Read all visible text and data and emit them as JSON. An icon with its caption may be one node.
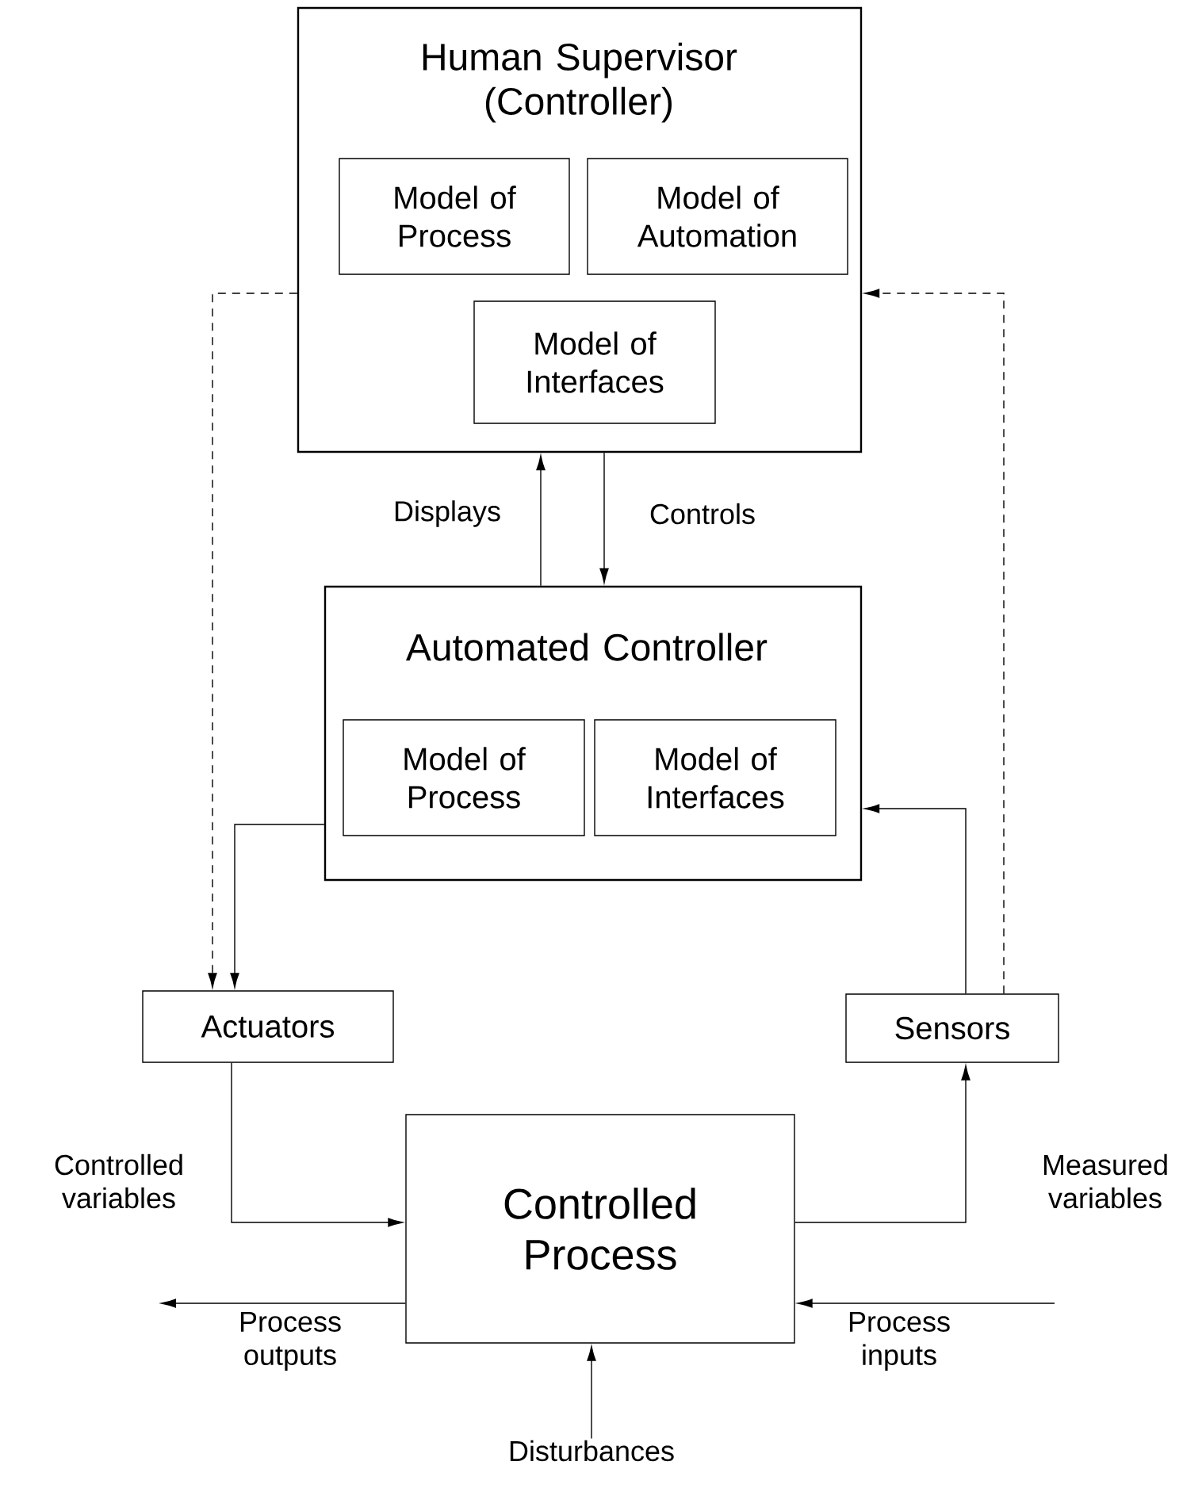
{
  "diagram": {
    "nodes": [
      {
        "text": [
          "Human Supervisor (Controller)"
        ]
      },
      {
        "text": [
          "Model of Process"
        ],
        "in": 0
      },
      {
        "text": [
          "Model of Automation"
        ],
        "in": 0
      },
      {
        "text": [
          "Model of Interfaces"
        ],
        "in": 0
      },
      {
        "text": [
          "Automated Controller"
        ]
      },
      {
        "text": [
          "Model of Process"
        ],
        "in": 4
      },
      {
        "text": [
          "Model of Interfaces"
        ],
        "in": 4
      },
      {
        "text": [
          "Actuators"
        ]
      },
      {
        "text": [
          "Sensors"
        ]
      },
      {
        "text": [
          "Controlled Process"
        ]
      },
      {
        "text": [
          "Disturbances"
        ]
      }
    ],
    "edges": [
      {
        "from": 4,
        "to": 0,
        "arrow": "to",
        "label": "Displays"
      },
      {
        "from": 0,
        "to": 4,
        "arrow": "to",
        "label": "Controls"
      },
      {
        "from": 0,
        "to": 7,
        "arrow": "to",
        "style": "dashed"
      },
      {
        "from": 8,
        "to": 0,
        "arrow": "to",
        "style": "dashed"
      },
      {
        "from": 4,
        "to": 7,
        "arrow": "to"
      },
      {
        "from": 8,
        "to": 4,
        "arrow": "to"
      },
      {
        "from": 7,
        "to": 9,
        "arrow": "to",
        "label": "Controlled variables"
      },
      {
        "from": 9,
        "to": 8,
        "arrow": "to",
        "label": "Measured variables"
      },
      {
        "from": 9,
        "to": null,
        "arrow": "to",
        "label": "Process outputs"
      },
      {
        "from": null,
        "to": 9,
        "arrow": "to",
        "label": "Process inputs"
      },
      {
        "from": 10,
        "to": 9,
        "arrow": "to"
      }
    ]
  }
}
